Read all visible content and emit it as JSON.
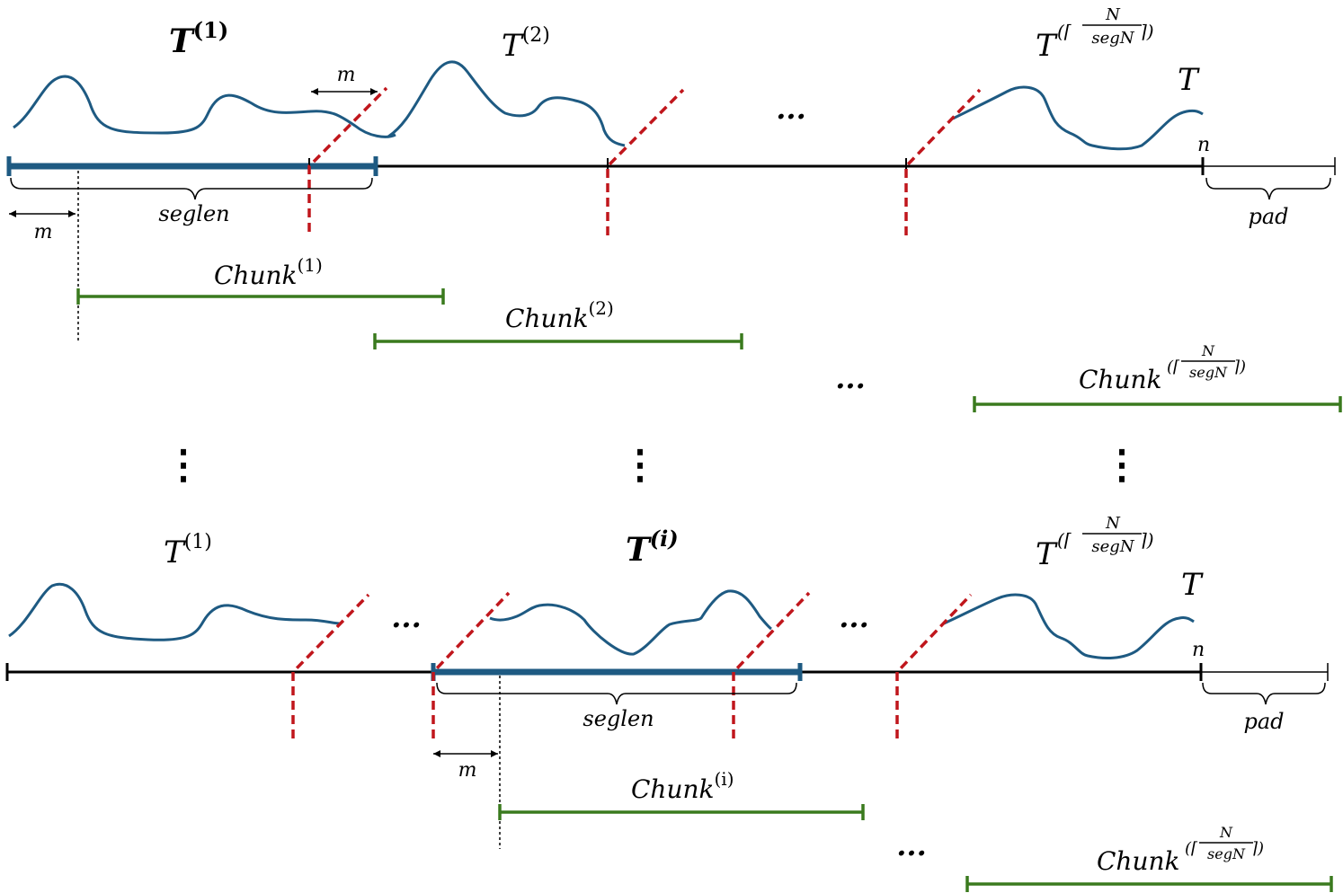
{
  "colors": {
    "curve": "#1e5a82",
    "segment": "#1e5a82",
    "split": "#c0161c",
    "chunk": "#3a7a1e",
    "axis": "#000000"
  },
  "top": {
    "label_T1": "T",
    "sup_T1": "(1)",
    "label_T2": "T",
    "sup_T2": "(2)",
    "label_Tlast": "T",
    "sup_Tlast_open": "(⌈",
    "sup_Tlast_num": "N",
    "sup_Tlast_den": "segN",
    "sup_Tlast_close": "⌉)",
    "label_T": "T",
    "label_n": "n",
    "label_m_top": "m",
    "label_m_left": "m",
    "label_seglen": "seglen",
    "label_pad": "pad",
    "ellipsis_curve": "...",
    "chunk1": "Chunk",
    "chunk1_sup": "(1)",
    "chunk2": "Chunk",
    "chunk2_sup": "(2)",
    "ellipsis_chunk": "...",
    "chunk_last": "Chunk",
    "chunk_last_open": "(⌈",
    "chunk_last_num": "N",
    "chunk_last_den": "segN",
    "chunk_last_close": "⌉)"
  },
  "middle": {
    "vdots": "⋮"
  },
  "bottom": {
    "label_T1": "T",
    "sup_T1": "(1)",
    "label_Ti": "T",
    "sup_Ti": "(i)",
    "label_Tlast": "T",
    "sup_Tlast_open": "(⌈",
    "sup_Tlast_num": "N",
    "sup_Tlast_den": "segN",
    "sup_Tlast_close": "⌉)",
    "label_T": "T",
    "label_n": "n",
    "label_m": "m",
    "label_seglen": "seglen",
    "label_pad": "pad",
    "ellipsis_1": "...",
    "ellipsis_2": "...",
    "chunk_i": "Chunk",
    "chunk_i_sup": "(i)",
    "ellipsis_chunk": "...",
    "chunk_last": "Chunk",
    "chunk_last_open": "(⌈",
    "chunk_last_num": "N",
    "chunk_last_den": "segN",
    "chunk_last_close": "⌉)"
  }
}
